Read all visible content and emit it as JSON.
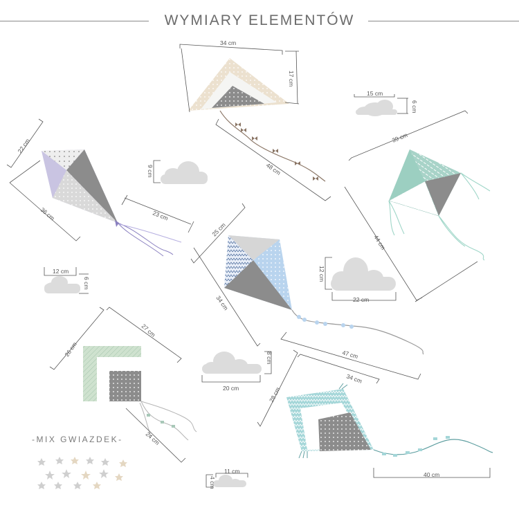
{
  "title": "WYMIARY ELEMENTÓW",
  "subtitle": "-MIX GWIAZDEK-",
  "colors": {
    "text": "#6b6b6b",
    "dimension_line": "#555555",
    "gray_kite": "#8c8c8c",
    "light_gray": "#d8d8d8",
    "beige": "#e9ddc9",
    "mint": "#a8d3c8",
    "lavender": "#c9c4e2",
    "light_blue": "#b9d4ee",
    "sage": "#cfe2cf",
    "teal": "#9fd3d6",
    "cloud": "#dcdcdc",
    "ribbon_brown": "#8a7565",
    "ribbon_teal": "#5e9ea0"
  },
  "dimensions": {
    "top_kite_width": "34 cm",
    "top_kite_height": "17 cm",
    "top_kite_tail": "48 cm",
    "cloud_top_width": "15 cm",
    "cloud_top_height": "6 cm",
    "left_kite_side_a": "22 cm",
    "left_kite_side_b": "36 cm",
    "left_kite_tail": "23 cm",
    "cloud_left_height": "9 cm",
    "right_kite_side_a": "39 cm",
    "right_kite_side_b": "44 cm",
    "small_cloud_width": "12 cm",
    "small_cloud_height": "6 cm",
    "center_kite_side_a": "25 cm",
    "center_kite_side_b": "34 cm",
    "center_kite_tail": "47 cm",
    "cloud_right_height": "12 cm",
    "cloud_right_width": "22 cm",
    "lower_left_kite_side_a": "26 cm",
    "lower_left_kite_side_b": "27 cm",
    "lower_left_kite_tail": "24 cm",
    "cloud_center_height": "8 cm",
    "cloud_center_width": "20 cm",
    "lower_right_kite_side_a": "28 cm",
    "lower_right_kite_side_b": "34 cm",
    "lower_right_kite_tail": "40 cm",
    "tiny_cloud_width": "11 cm",
    "tiny_cloud_height": "4 cm"
  }
}
